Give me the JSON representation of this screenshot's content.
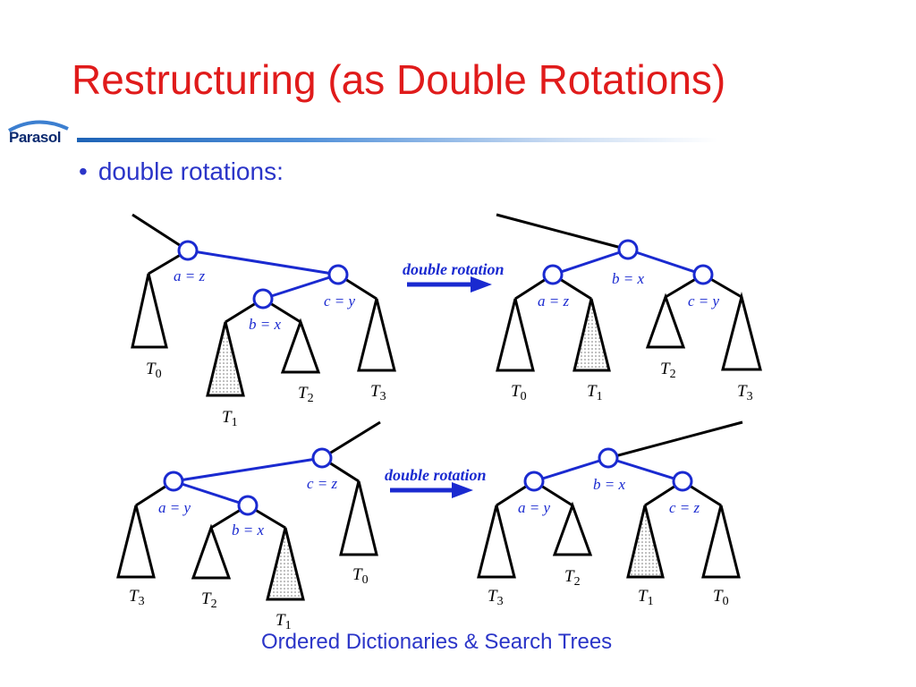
{
  "slide": {
    "title": "Restructuring (as Double Rotations)",
    "bullet": "double rotations:",
    "footer": "Ordered Dictionaries & Search Trees",
    "logo_text": "Parasol"
  },
  "diagram": {
    "arrow_label": "double rotation",
    "node_labels": {
      "a_eq_z": "a = z",
      "b_eq_x": "b = x",
      "c_eq_y": "c = y",
      "a_eq_y": "a = y",
      "c_eq_z": "c = z"
    },
    "subtree_letter": "T",
    "subtree_indices": {
      "t0": "0",
      "t1": "1",
      "t2": "2",
      "t3": "3"
    }
  },
  "colors": {
    "title": "#e01b1b",
    "text_blue": "#2b35c8",
    "node_blue": "#1a2ad0",
    "edge_black": "#000000"
  }
}
